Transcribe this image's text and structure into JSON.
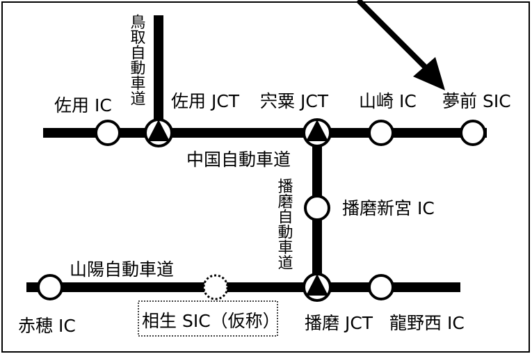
{
  "expressways": {
    "chugoku": "中国自動車道",
    "sanyo": "山陽自動車道",
    "tottori": "鳥取自動車道",
    "harima": "播磨自動車道"
  },
  "interchanges": {
    "sayo_ic": "佐用 IC",
    "sayo_jct": "佐用 JCT",
    "shiso_jct": "宍粟 JCT",
    "yamasaki_ic": "山崎 IC",
    "yumesaki_sic": "夢前 SIC",
    "harima_shingu_ic": "播磨新宮 IC",
    "ako_ic": "赤穂 IC",
    "aioi_sic": "相生 SIC（仮称）",
    "harima_jct": "播磨 JCT",
    "tatsuno_nishi_ic": "龍野西 IC"
  },
  "colors": {
    "road": "#000000",
    "node_fill": "#ffffff",
    "frame": "#000000"
  }
}
